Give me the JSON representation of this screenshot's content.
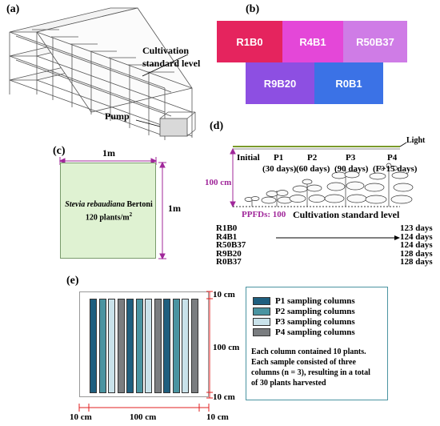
{
  "panel_a": {
    "label": "(a)",
    "cultivation_label_1": "Cultivation",
    "cultivation_label_2": "standard level",
    "pump_label": "Pump"
  },
  "panel_b": {
    "label": "(b)",
    "cells": [
      {
        "name": "R1B0",
        "color": "#e5245e"
      },
      {
        "name": "R4B1",
        "color": "#e447d8"
      },
      {
        "name": "R50B37",
        "color": "#cf7ce6"
      },
      {
        "name": "R9B20",
        "color": "#8d4fe2"
      },
      {
        "name": "R0B1",
        "color": "#3b72e6"
      }
    ]
  },
  "panel_c": {
    "label": "(c)",
    "width_label": "1m",
    "height_label": "1m",
    "species_italic": "Stevia rebaudiana",
    "species_author": " Bertoni",
    "density": "120 plants/m",
    "density_sup": "2",
    "fill_color": "#dff2d2"
  },
  "panel_d": {
    "label": "(d)",
    "light_label": "Light",
    "height_label": "100 cm",
    "stages": [
      {
        "name": "Initial",
        "days": ""
      },
      {
        "name": "P1",
        "days": "(30 days)"
      },
      {
        "name": "P2",
        "days": "(60 days)"
      },
      {
        "name": "P3",
        "days": "(90 days)"
      },
      {
        "name": "P4",
        "days": "(F+15 days)"
      }
    ],
    "ppfd_label": "PPFDs: 100",
    "level_label": "Cultivation standard level",
    "treatments": [
      "R1B0",
      "R4B1",
      "R50B37",
      "R9B20",
      "R0B37"
    ],
    "durations": [
      "123 days",
      "124 days",
      "124 days",
      "128 days",
      "128 days"
    ]
  },
  "panel_e": {
    "label": "(e)",
    "dim_top": "10 cm",
    "dim_right": "100 cm",
    "dim_bottom_right": "10 cm",
    "dim_left": "10 cm",
    "dim_mid": "100 cm",
    "dim_right_bottom": "10 cm",
    "columns": [
      "P1",
      "P2",
      "P3",
      "P4",
      "P1",
      "P2",
      "P3",
      "P4",
      "P1",
      "P2",
      "P3",
      "P4"
    ],
    "legend": [
      {
        "label": "P1 sampling columns",
        "color": "#1f5f7f"
      },
      {
        "label": "P2 sampling columns",
        "color": "#4a94a1"
      },
      {
        "label": "P3 sampling columns",
        "color": "#c9e2ea"
      },
      {
        "label": "P4 sampling columns",
        "color": "#7a7d80"
      }
    ],
    "note_lines": [
      "Each column contained 10 plants.",
      "Each sample consisted of three",
      "columns (n = 3), resulting in a total",
      "of 30 plants harvested"
    ]
  }
}
